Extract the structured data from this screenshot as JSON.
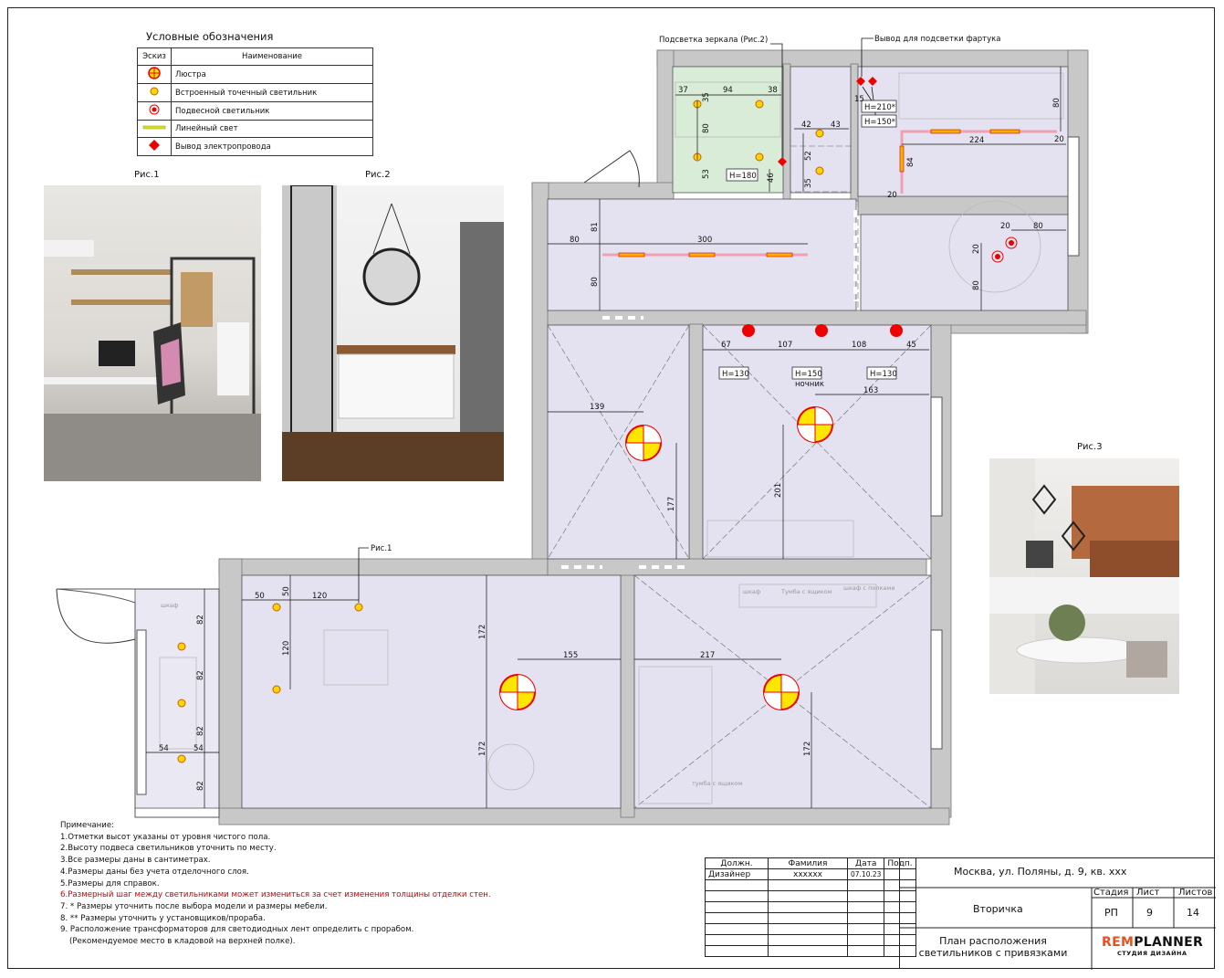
{
  "legend": {
    "title": "Условные обозначения",
    "col_sketch": "Эскиз",
    "col_name": "Наименование",
    "items": [
      "Люстра",
      "Встроенный точечный светильник",
      "Подвесной светильник",
      "Линейный свет",
      "Вывод электропровода"
    ]
  },
  "pictures": {
    "pic1": "Рис.1",
    "pic2": "Рис.2",
    "pic3": "Рис.3"
  },
  "callouts": {
    "mirror": "Подсветка зеркала (Рис.2)",
    "apron": "Вывод для подсветки фартука",
    "pic1_ref": "Рис.1"
  },
  "heights": {
    "h180": "H=180",
    "h210": "H=210*",
    "h150a": "H=150*",
    "h130a": "H=130",
    "h150b": "H=150",
    "h130b": "H=130",
    "nightstand": "ночник"
  },
  "dims": {
    "b37": "37",
    "b94": "94",
    "b38": "38",
    "b35": "35",
    "b80": "80",
    "b53": "53",
    "b46": "46",
    "c42": "42",
    "c43": "43",
    "c52": "52",
    "c35": "35",
    "k15": "15",
    "k80": "80",
    "k20a": "20",
    "k224": "224",
    "k84": "84",
    "k20b": "20",
    "k20c": "20",
    "k80b": "80",
    "k20d": "20",
    "k80c": "80",
    "h81": "81",
    "h80a": "80",
    "h300": "300",
    "h80b": "80",
    "r67": "67",
    "r107": "107",
    "r108": "108",
    "r45": "45",
    "r163": "163",
    "r201": "201",
    "w139": "139",
    "w177": "177",
    "l50a": "50",
    "l50b": "50",
    "l120a": "120",
    "l120b": "120",
    "l172a": "172",
    "l155": "155",
    "l172b": "172",
    "m217": "217",
    "m172": "172",
    "bl82a": "82",
    "bl82b": "82",
    "bl82c": "82",
    "bl82d": "82",
    "bl54a": "54",
    "bl54b": "54"
  },
  "furniture": {
    "f1": "шкаф",
    "f2": "Тумба с ящиком",
    "f3": "шкаф с полками",
    "f4": "тумба с ящиком",
    "f5": "шкаф"
  },
  "notes": {
    "title": "Примечание:",
    "n1": "1.Отметки высот указаны от уровня чистого пола.",
    "n2": "2.Высоту подвеса светильников уточнить по месту.",
    "n3": "3.Все размеры даны в сантиметрах.",
    "n4": "4.Размеры даны без учета отделочного слоя.",
    "n5": "5.Размеры для справок.",
    "n6": "6.Размерный шаг между светильниками может измениться за счет изменения толщины отделки стен.",
    "n7": "7. * Размеры уточнить после выбора модели и размеры мебели.",
    "n8": "8. ** Размеры уточнить у установщиков/прораба.",
    "n9": "9. Расположение трансформаторов для светодиодных лент определить с прорабом.",
    "n9b": "(Рекомендуемое место в кладовой на верхней полке)."
  },
  "stamp": {
    "h_pos": "Должн.",
    "h_name": "Фамилия",
    "h_date": "Дата",
    "h_sign": "Подп.",
    "pos": "Дизайнер",
    "name": "xxxxxx",
    "date": "07.10.23",
    "address": "Москва, ул. Поляны, д. 9, кв. xxx",
    "project": "Вторичка",
    "sheet_title_1": "План расположения",
    "sheet_title_2": "светильников с привязками",
    "h_stage": "Стадия",
    "h_sheet": "Лист",
    "h_sheets": "Листов",
    "stage": "РП",
    "sheet": "9",
    "sheets": "14",
    "logo_a": "REM",
    "logo_b": "PLANNER",
    "logo_sub": "СТУДИЯ ДИЗАЙНА"
  }
}
